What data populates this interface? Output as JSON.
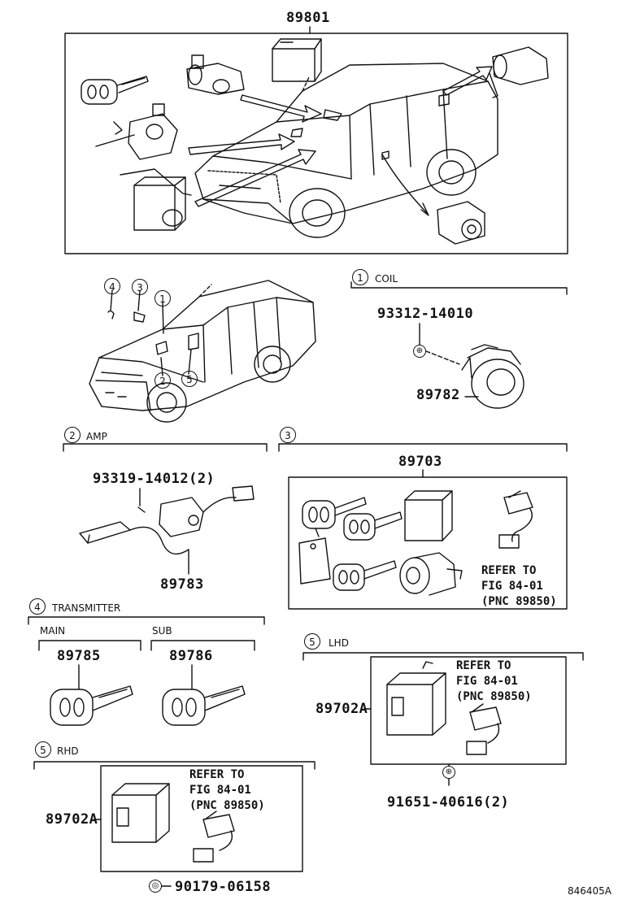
{
  "top": {
    "part_number": "89801"
  },
  "callouts": {
    "c1": "1",
    "c2": "2",
    "c3": "3",
    "c4": "4",
    "c5": "5"
  },
  "sections": {
    "coil": {
      "num": "1",
      "title": "COIL",
      "screw": "93312-14010",
      "part": "89782"
    },
    "amp": {
      "num": "2",
      "title": "AMP",
      "screw": "93319-14012(2)",
      "part": "89783"
    },
    "kit": {
      "num": "3",
      "part": "89703",
      "refer": [
        "REFER TO",
        "FIG 84-01",
        "(PNC 89850)"
      ]
    },
    "transmitter": {
      "num": "4",
      "title": "TRANSMITTER",
      "main_label": "MAIN",
      "sub_label": "SUB",
      "main_part": "89785",
      "sub_part": "89786"
    },
    "lhd": {
      "num": "5",
      "title": "LHD",
      "part": "89702A",
      "refer": [
        "REFER TO",
        "FIG 84-01",
        "(PNC 89850)"
      ],
      "screw": "91651-40616(2)"
    },
    "rhd": {
      "num": "5",
      "title": "RHD",
      "part": "89702A",
      "refer": [
        "REFER TO",
        "FIG 84-01",
        "(PNC 89850)"
      ],
      "screw": "90179-06158"
    }
  },
  "figure_code": "846405A"
}
